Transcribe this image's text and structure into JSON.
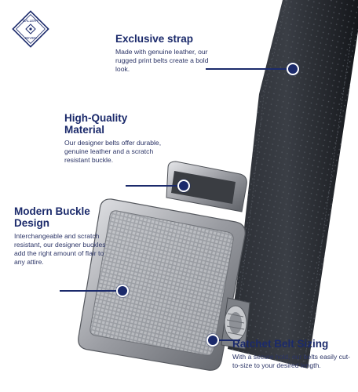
{
  "brand": {
    "logo_text_top": "GALLERY",
    "logo_text_bottom": "SEVEN",
    "logo_color": "#1b2a6b"
  },
  "features": [
    {
      "title": "Exclusive strap",
      "body": "Made with genuine leather, our rugged print belts create a bold look."
    },
    {
      "title": "High-Quality Material",
      "body": "Our designer belts offer durable, genuine leather and a scratch resistant buckle."
    },
    {
      "title": "Modern Buckle Design",
      "body": "Interchangeable and scratch resistant, our designer buckles add the right amount of flair to any attire."
    },
    {
      "title": "Ratchet Belt Sizing",
      "body": "With a secure hold, our belts easily cut-to-size to your desired length."
    }
  ],
  "colors": {
    "accent": "#1b2a6b",
    "strap": "#1f2227",
    "buckle": "#8e9096"
  }
}
